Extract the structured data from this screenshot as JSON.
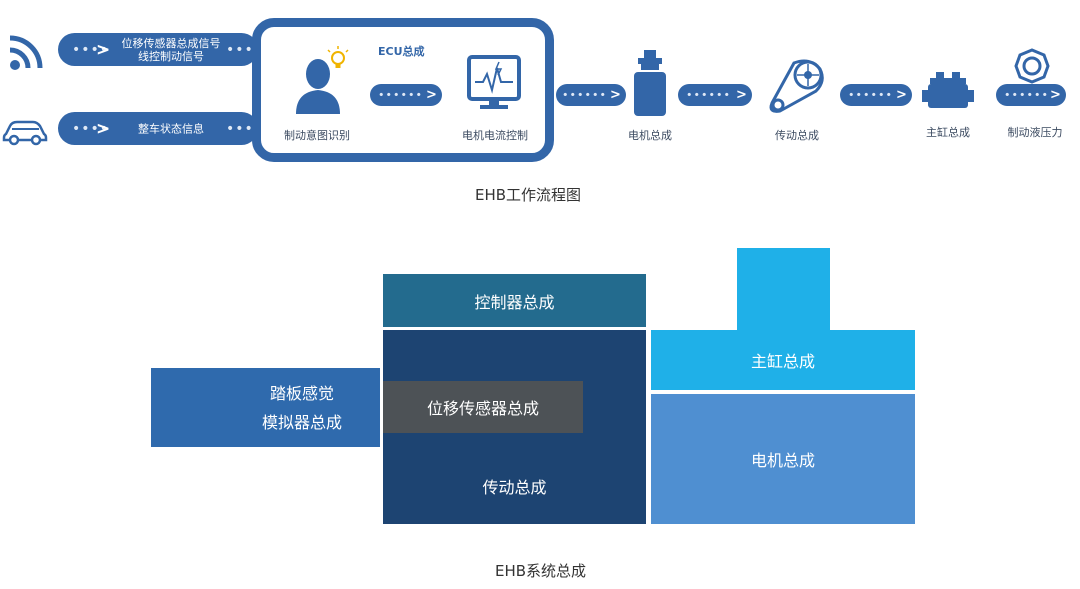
{
  "flow": {
    "inputs": {
      "sensor_line1": "位移传感器总成信号",
      "sensor_line2": "线控制动信号",
      "vehicle": "整车状态信息"
    },
    "ecu": {
      "title": "ECU总成",
      "intent": "制动意图识别",
      "current": "电机电流控制"
    },
    "stages": {
      "motor": "电机总成",
      "transmission": "传动总成",
      "master_cylinder": "主缸总成",
      "pressure": "制动液压力"
    },
    "caption": "EHB工作流程图"
  },
  "system": {
    "controller": "控制器总成",
    "pedal_line1": "踏板感觉",
    "pedal_line2": "模拟器总成",
    "displacement_sensor": "位移传感器总成",
    "transmission": "传动总成",
    "master_cylinder": "主缸总成",
    "motor": "电机总成",
    "caption": "EHB系统总成"
  },
  "colors": {
    "flow_blue": "#3366a8",
    "controller": "#236b8e",
    "transmission_block": "#1d4472",
    "sensor_block": "#4d5256",
    "pedal_block": "#2f6aad",
    "master_cylinder": "#1fb0e8",
    "motor_block": "#4f8fd1"
  },
  "icons": [
    "wifi-signal-icon",
    "car-icon",
    "person-idea-icon",
    "monitor-waveform-icon",
    "motor-icon",
    "belt-pulley-icon",
    "master-cylinder-icon",
    "pressure-ring-icon",
    "chevron-right-icon"
  ]
}
